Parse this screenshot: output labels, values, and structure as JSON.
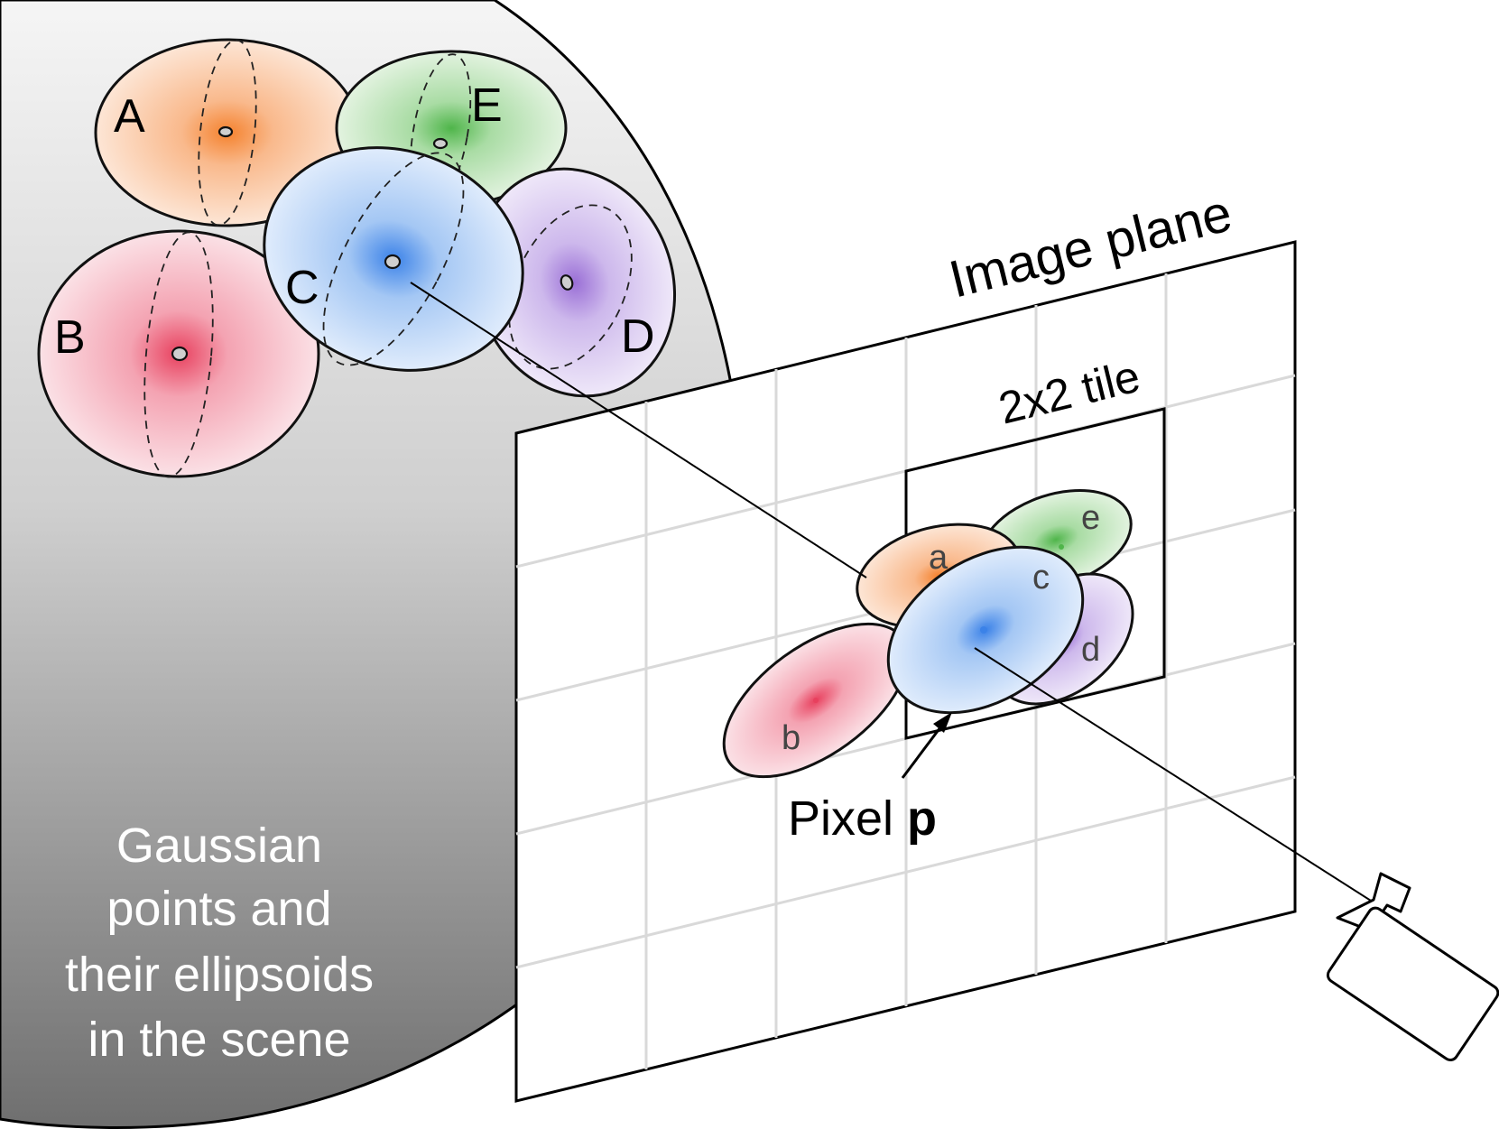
{
  "labels": {
    "image_plane": "Image plane",
    "tile": "2x2 tile",
    "pixel_prefix": "Pixel ",
    "pixel_symbol": "p",
    "scene_caption": [
      "Gaussian",
      "points and",
      "their ellipsoids",
      "in the scene"
    ]
  },
  "gaussians_3d": [
    {
      "id": "A",
      "color": "#f5822e"
    },
    {
      "id": "E",
      "color": "#4fb54a"
    },
    {
      "id": "B",
      "color": "#e8405e"
    },
    {
      "id": "C",
      "color": "#3b82e8"
    },
    {
      "id": "D",
      "color": "#9a6fd6"
    }
  ],
  "gaussians_2d": [
    {
      "id": "a",
      "color": "#f5822e"
    },
    {
      "id": "e",
      "color": "#4fb54a"
    },
    {
      "id": "b",
      "color": "#e8405e"
    },
    {
      "id": "c",
      "color": "#3b82e8"
    },
    {
      "id": "d",
      "color": "#9a6fd6"
    }
  ],
  "icons": {
    "camera": "camera-icon",
    "arrow": "arrow-icon"
  }
}
